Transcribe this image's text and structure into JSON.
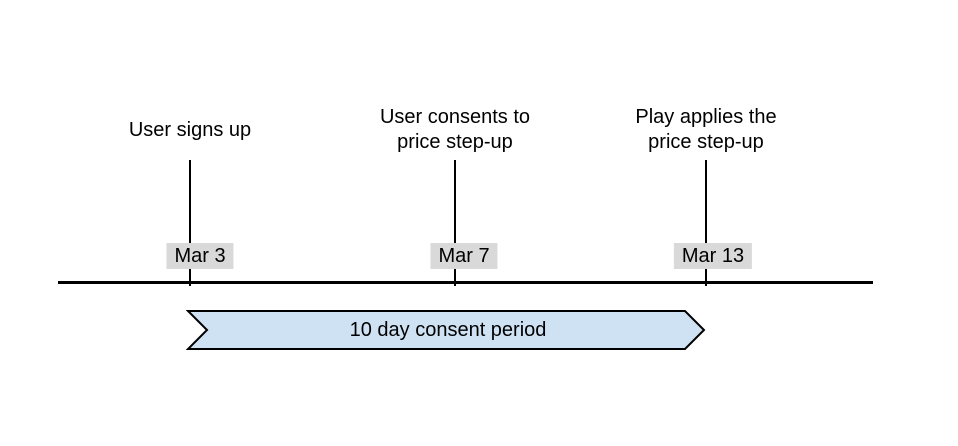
{
  "events": [
    {
      "title": "User signs up",
      "date": "Mar 3"
    },
    {
      "title": "User consents to\nprice step-up",
      "date": "Mar 7"
    },
    {
      "title": "Play applies the\nprice step-up",
      "date": "Mar 13"
    }
  ],
  "banner": {
    "label": "10 day consent period",
    "fill": "#cfe2f3",
    "border": "#000000"
  },
  "colors": {
    "background": "#ffffff",
    "axis_line": "#000000",
    "date_badge_bg": "#d9d9d9",
    "text": "#000000"
  }
}
